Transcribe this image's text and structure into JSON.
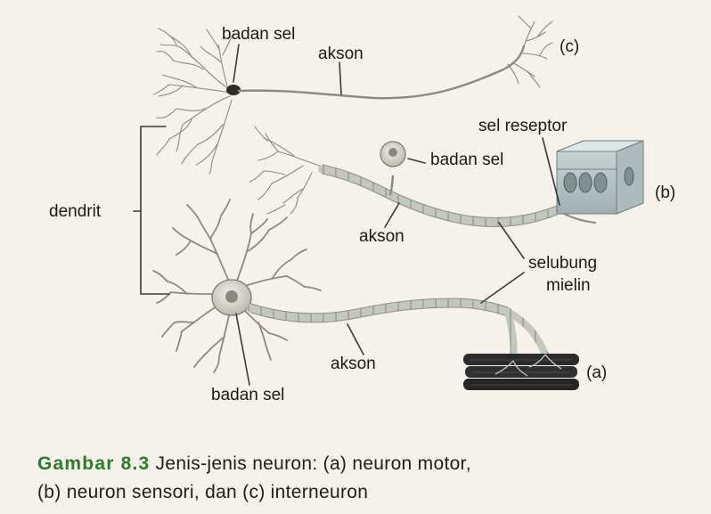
{
  "labels": {
    "badan_sel_c": "badan sel",
    "akson_c": "akson",
    "tag_c": "(c)",
    "sel_reseptor": "sel reseptor",
    "badan_sel_b": "badan sel",
    "tag_b": "(b)",
    "dendrit": "dendrit",
    "akson_b": "akson",
    "selubung": "selubung",
    "mielin": "mielin",
    "akson_a": "akson",
    "tag_a": "(a)",
    "badan_sel_a": "badan sel"
  },
  "caption": {
    "title": "Gambar 8.3",
    "line1": "Jenis-jenis neuron: (a) neuron motor,",
    "line2": "(b) neuron sensori, dan (c) interneuron"
  },
  "colors": {
    "caption_title": "#2f7a2a",
    "line": "#3a3a3a",
    "myelin": "#b9bcb6",
    "muscle": "#2b2b2b"
  }
}
